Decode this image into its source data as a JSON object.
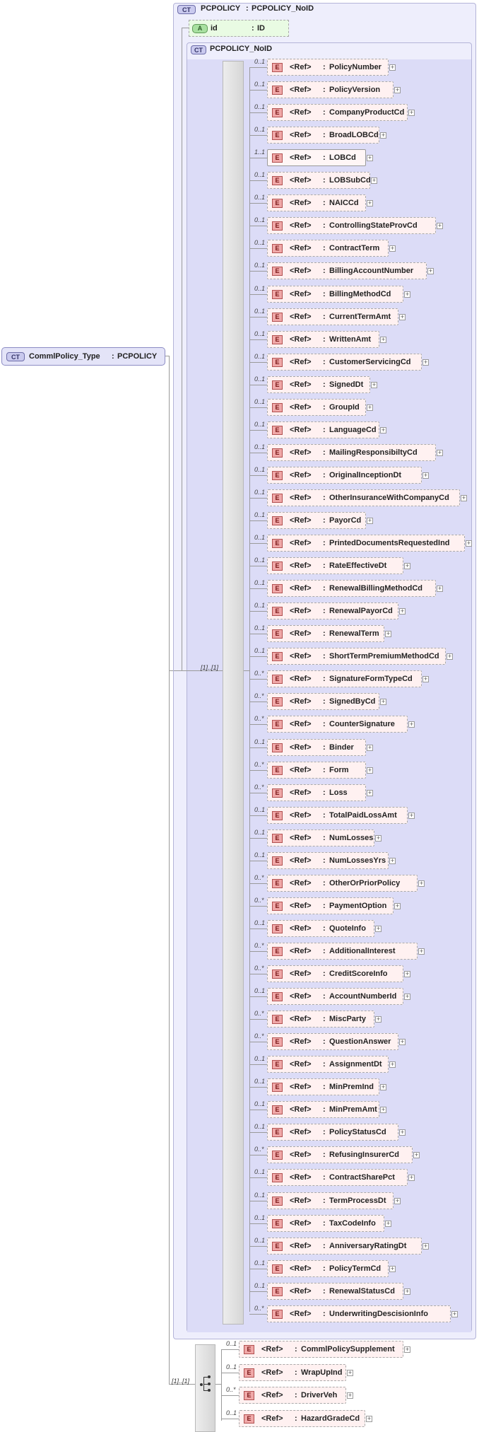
{
  "root": {
    "icon": "CT",
    "name": "CommlPolicy_Type",
    "sep": ":",
    "type": "PCPOLICY"
  },
  "pcpolicy": {
    "icon": "CT",
    "name": "PCPOLICY",
    "sep": ":",
    "type": "PCPOLICY_NoID",
    "attribute": {
      "icon": "A",
      "name": "id",
      "sep": ":",
      "type": "ID"
    }
  },
  "noid": {
    "icon": "CT",
    "name": "PCPOLICY_NoID",
    "sequence_label": "[1]..[1]",
    "elements": [
      {
        "card": "0..1",
        "name": "PolicyNumber"
      },
      {
        "card": "0..1",
        "name": "PolicyVersion"
      },
      {
        "card": "0..1",
        "name": "CompanyProductCd"
      },
      {
        "card": "0..1",
        "name": "BroadLOBCd"
      },
      {
        "card": "1..1",
        "name": "LOBCd"
      },
      {
        "card": "0..1",
        "name": "LOBSubCd"
      },
      {
        "card": "0..1",
        "name": "NAICCd"
      },
      {
        "card": "0..1",
        "name": "ControllingStateProvCd"
      },
      {
        "card": "0..1",
        "name": "ContractTerm"
      },
      {
        "card": "0..1",
        "name": "BillingAccountNumber"
      },
      {
        "card": "0..1",
        "name": "BillingMethodCd"
      },
      {
        "card": "0..1",
        "name": "CurrentTermAmt"
      },
      {
        "card": "0..1",
        "name": "WrittenAmt"
      },
      {
        "card": "0..1",
        "name": "CustomerServicingCd"
      },
      {
        "card": "0..1",
        "name": "SignedDt"
      },
      {
        "card": "0..1",
        "name": "GroupId"
      },
      {
        "card": "0..1",
        "name": "LanguageCd"
      },
      {
        "card": "0..1",
        "name": "MailingResponsibiltyCd"
      },
      {
        "card": "0..1",
        "name": "OriginalInceptionDt"
      },
      {
        "card": "0..1",
        "name": "OtherInsuranceWithCompanyCd"
      },
      {
        "card": "0..1",
        "name": "PayorCd"
      },
      {
        "card": "0..1",
        "name": "PrintedDocumentsRequestedInd"
      },
      {
        "card": "0..1",
        "name": "RateEffectiveDt"
      },
      {
        "card": "0..1",
        "name": "RenewalBillingMethodCd"
      },
      {
        "card": "0..1",
        "name": "RenewalPayorCd"
      },
      {
        "card": "0..1",
        "name": "RenewalTerm"
      },
      {
        "card": "0..1",
        "name": "ShortTermPremiumMethodCd"
      },
      {
        "card": "0..*",
        "name": "SignatureFormTypeCd"
      },
      {
        "card": "0..*",
        "name": "SignedByCd"
      },
      {
        "card": "0..*",
        "name": "CounterSignature"
      },
      {
        "card": "0..1",
        "name": "Binder"
      },
      {
        "card": "0..*",
        "name": "Form"
      },
      {
        "card": "0..*",
        "name": "Loss"
      },
      {
        "card": "0..1",
        "name": "TotalPaidLossAmt"
      },
      {
        "card": "0..1",
        "name": "NumLosses"
      },
      {
        "card": "0..1",
        "name": "NumLossesYrs"
      },
      {
        "card": "0..*",
        "name": "OtherOrPriorPolicy"
      },
      {
        "card": "0..*",
        "name": "PaymentOption"
      },
      {
        "card": "0..1",
        "name": "QuoteInfo"
      },
      {
        "card": "0..*",
        "name": "AdditionalInterest"
      },
      {
        "card": "0..*",
        "name": "CreditScoreInfo"
      },
      {
        "card": "0..1",
        "name": "AccountNumberId"
      },
      {
        "card": "0..*",
        "name": "MiscParty"
      },
      {
        "card": "0..*",
        "name": "QuestionAnswer"
      },
      {
        "card": "0..1",
        "name": "AssignmentDt"
      },
      {
        "card": "0..1",
        "name": "MinPremInd"
      },
      {
        "card": "0..1",
        "name": "MinPremAmt"
      },
      {
        "card": "0..1",
        "name": "PolicyStatusCd"
      },
      {
        "card": "0..*",
        "name": "RefusingInsurerCd"
      },
      {
        "card": "0..1",
        "name": "ContractSharePct"
      },
      {
        "card": "0..1",
        "name": "TermProcessDt"
      },
      {
        "card": "0..1",
        "name": "TaxCodeInfo"
      },
      {
        "card": "0..1",
        "name": "AnniversaryRatingDt"
      },
      {
        "card": "0..1",
        "name": "PolicyTermCd"
      },
      {
        "card": "0..1",
        "name": "RenewalStatusCd"
      },
      {
        "card": "0..*",
        "name": "UnderwritingDescisionInfo"
      }
    ]
  },
  "root_sequence": {
    "sequence_label": "[1]..[1]",
    "elements": [
      {
        "card": "0..1",
        "name": "CommlPolicySupplement"
      },
      {
        "card": "0..1",
        "name": "WrapUpInd"
      },
      {
        "card": "0..*",
        "name": "DriverVeh"
      },
      {
        "card": "0..1",
        "name": "HazardGradeCd"
      }
    ]
  },
  "element_icon": "E",
  "ref_label": "<Ref>",
  "name_sep": ":",
  "expand_glyph": "+",
  "colors": {
    "ct_fill": "#c9c9ee",
    "ct_container": "#eeeefc",
    "sequence_band": "#dcdcf7",
    "element_fill": "#fff1f1",
    "element_icon": "#f0a8a8",
    "attribute_fill": "#e9fbe3",
    "attribute_icon": "#a8e0a0"
  }
}
